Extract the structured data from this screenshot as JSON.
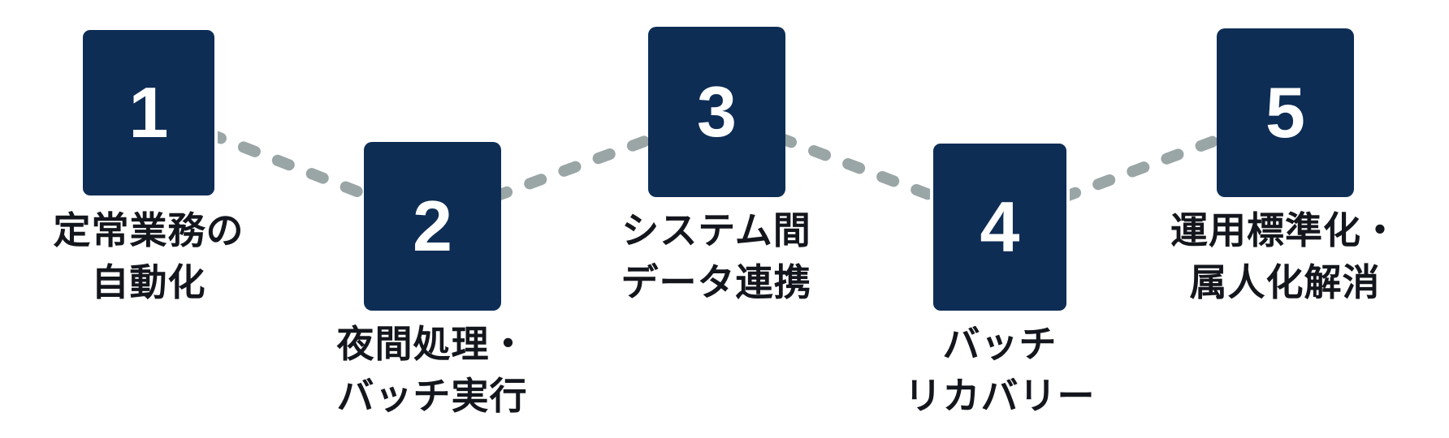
{
  "diagram": {
    "title": "process-steps",
    "colors": {
      "box": "#0e2d55",
      "box_border": "#ffffff",
      "dash": "#9aa5a6",
      "number": "#ffffff",
      "label": "#13161c",
      "background": "#ffffff"
    },
    "steps": [
      {
        "number": "1",
        "label_line1": "定常業務の",
        "label_line2": "自動化"
      },
      {
        "number": "2",
        "label_line1": "夜間処理・",
        "label_line2": "バッチ実行"
      },
      {
        "number": "3",
        "label_line1": "システム間",
        "label_line2": "データ連携"
      },
      {
        "number": "4",
        "label_line1": "バッチ",
        "label_line2": "リカバリー"
      },
      {
        "number": "5",
        "label_line1": "運用標準化・",
        "label_line2": "属人化解消"
      }
    ]
  }
}
